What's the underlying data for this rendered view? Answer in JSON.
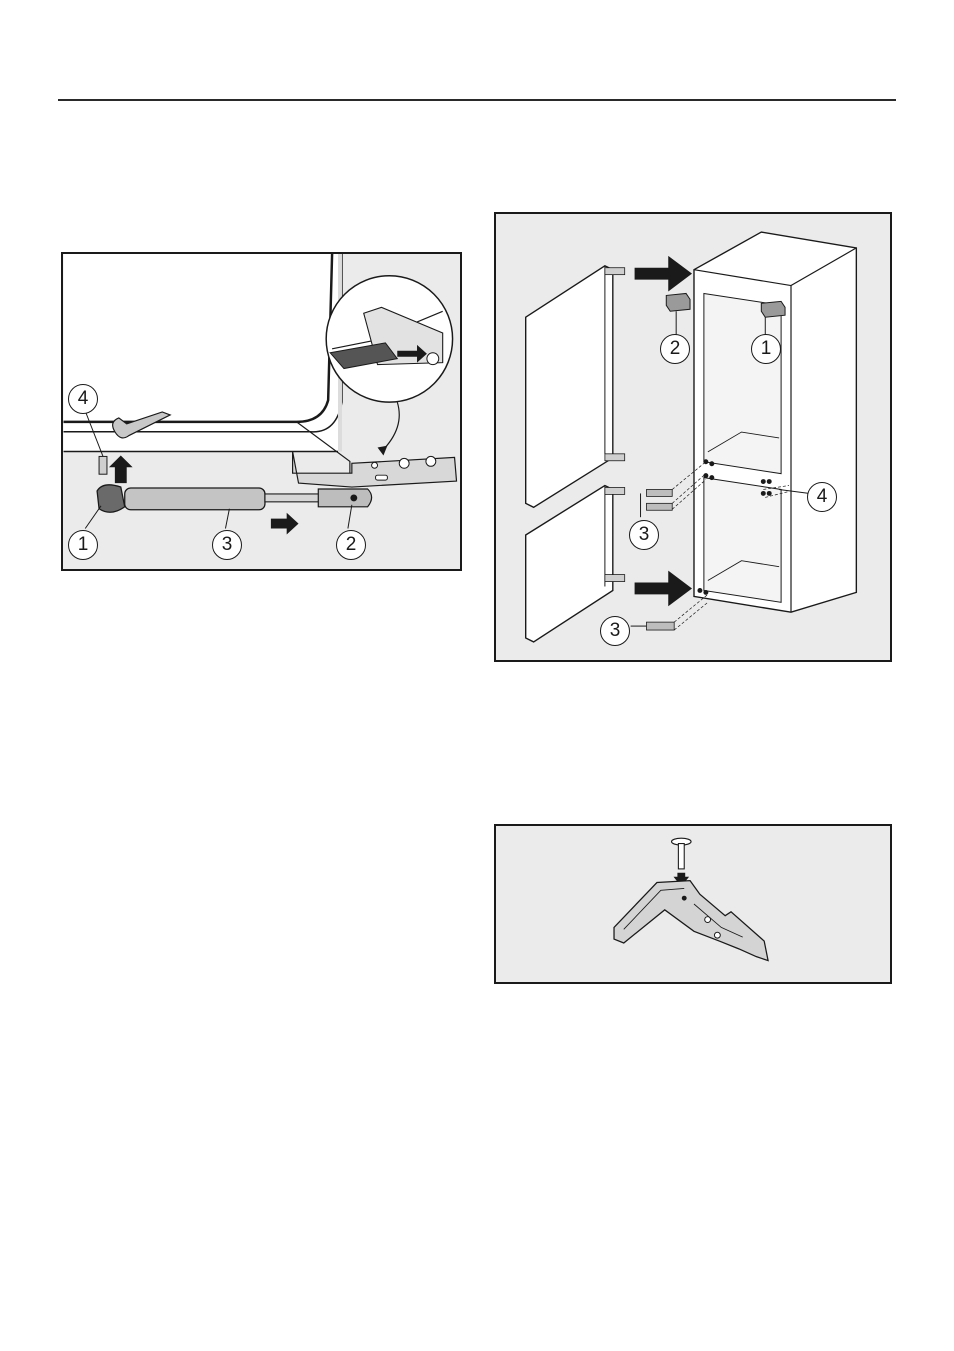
{
  "figure_left": {
    "callouts": {
      "c1": "1",
      "c2": "2",
      "c3": "3",
      "c4": "4"
    }
  },
  "figure_right": {
    "callouts": {
      "c1": "1",
      "c2": "2",
      "c3a": "3",
      "c3b": "3",
      "c4": "4"
    }
  },
  "figure_hinge": {}
}
